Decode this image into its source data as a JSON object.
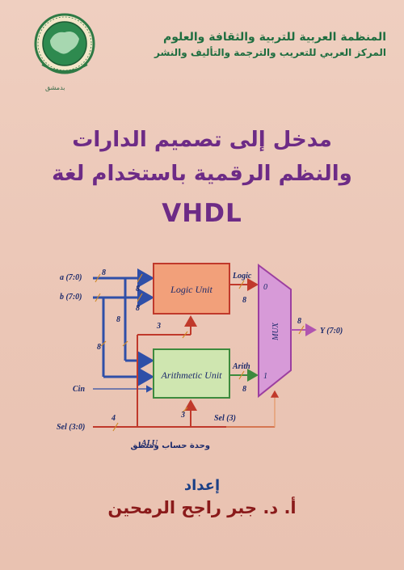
{
  "header": {
    "org_line1": "المنظمة العربية للتربية والثقافة والعلوم",
    "org_line2": "المركز العربي للتعريب والترجمة والتأليف والنشر",
    "city": "بدمشق"
  },
  "title": {
    "line1": "مدخل إلى تصميم  الدارات",
    "line2": "والنظم الرقمية باستخدام لغة",
    "line3": "VHDL"
  },
  "diagram": {
    "input_a": "a (7:0)",
    "input_b": "b (7:0)",
    "input_cin": "Cin",
    "input_sel": "Sel (3:0)",
    "logic_unit": "Logic Unit",
    "arith_unit": "Arithmetic Unit",
    "mux": "MUX",
    "out_logic": "Logic",
    "out_arith": "Arith",
    "output_y": "Y (7:0)",
    "sel3": "Sel (3)",
    "alu_label": "ALU",
    "alu_arabic": "وحدة حساب ومنطق",
    "mux_in0": "0",
    "mux_in1": "1",
    "w8": "8",
    "w4": "4",
    "w3": "3"
  },
  "author": {
    "label": "إعداد",
    "name": "أ. د. جبر راجح الرمحين"
  },
  "colors": {
    "title": "#6d2b86",
    "org": "#1f6e40",
    "wire_blue": "#2f4fa8",
    "wire_red": "#c0392b",
    "logic_fill": "#f2a07a",
    "arith_fill": "#cfe6b0",
    "mux_fill": "#d79ad8"
  }
}
